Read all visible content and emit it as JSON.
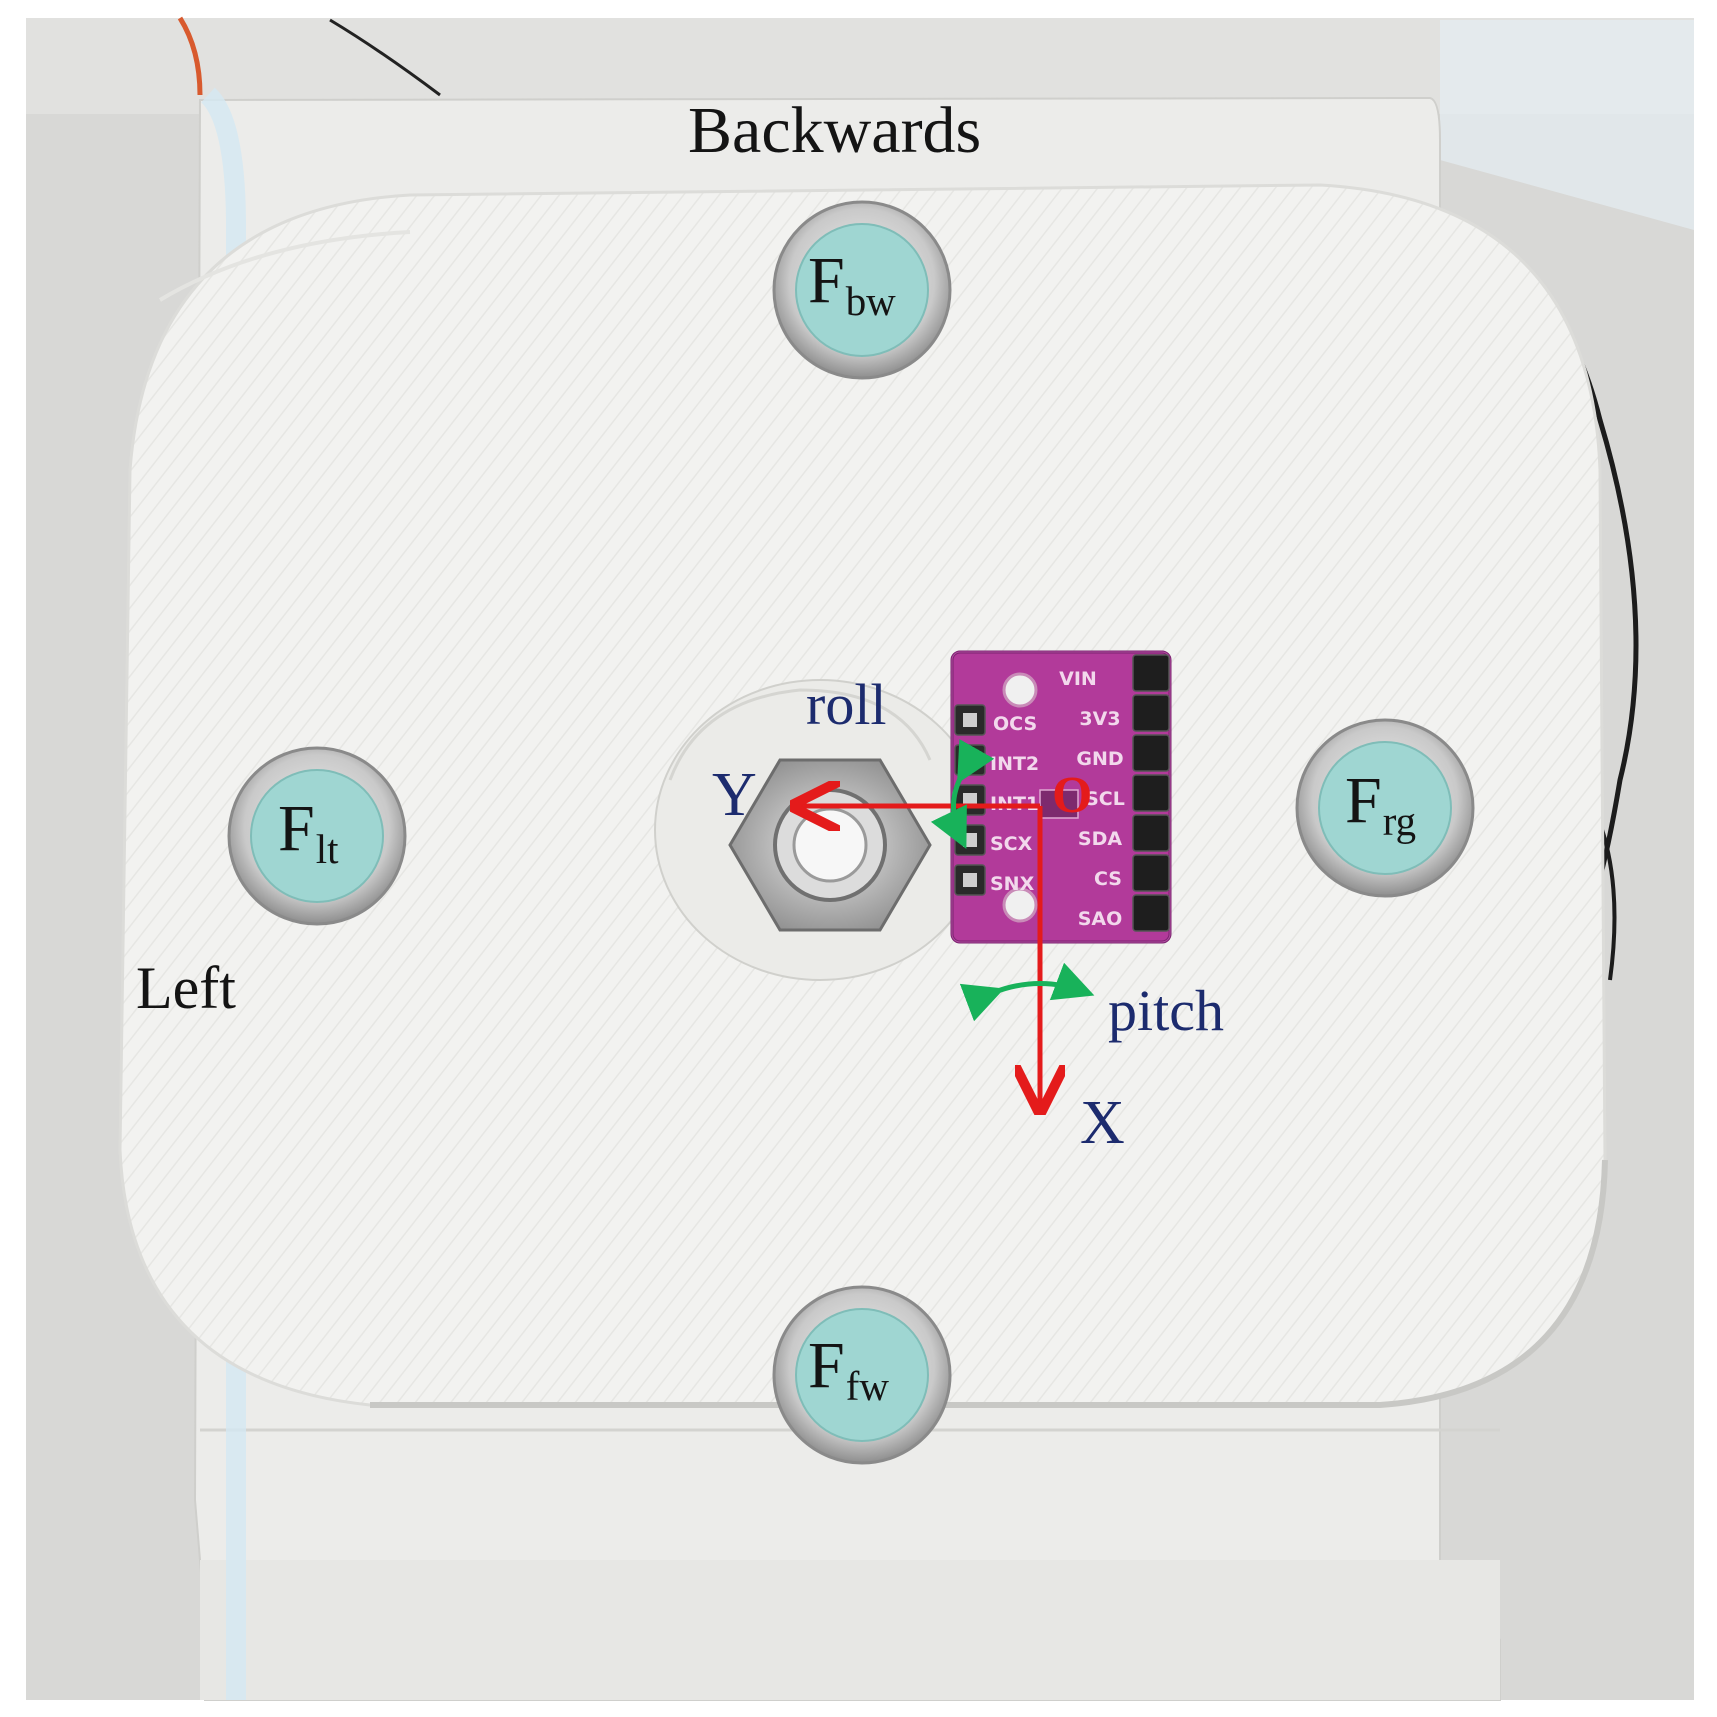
{
  "labels": {
    "backwards": "Backwards",
    "left": "Left",
    "roll": "roll",
    "pitch": "pitch",
    "axis_x": "X",
    "axis_y": "Y",
    "origin": "O"
  },
  "sensors": {
    "backward": {
      "main": "F",
      "sub": "bw"
    },
    "left": {
      "main": "F",
      "sub": "lt"
    },
    "right": {
      "main": "F",
      "sub": "rg"
    },
    "forward": {
      "main": "F",
      "sub": "fw"
    }
  },
  "board_pins": {
    "left": [
      "OCS",
      "INT2",
      "INT1",
      "SCX",
      "SNX"
    ],
    "right": [
      "VIN",
      "3V3",
      "GND",
      "SCL",
      "SDA",
      "CS",
      "SAO"
    ]
  },
  "colors": {
    "axis": "#e41b1b",
    "rotation_arrows": "#18b25a",
    "label_navy": "#1c2b6e",
    "label_black": "#141414",
    "sensor_fill": "#9fd6d2",
    "board": "#b23a9a"
  }
}
